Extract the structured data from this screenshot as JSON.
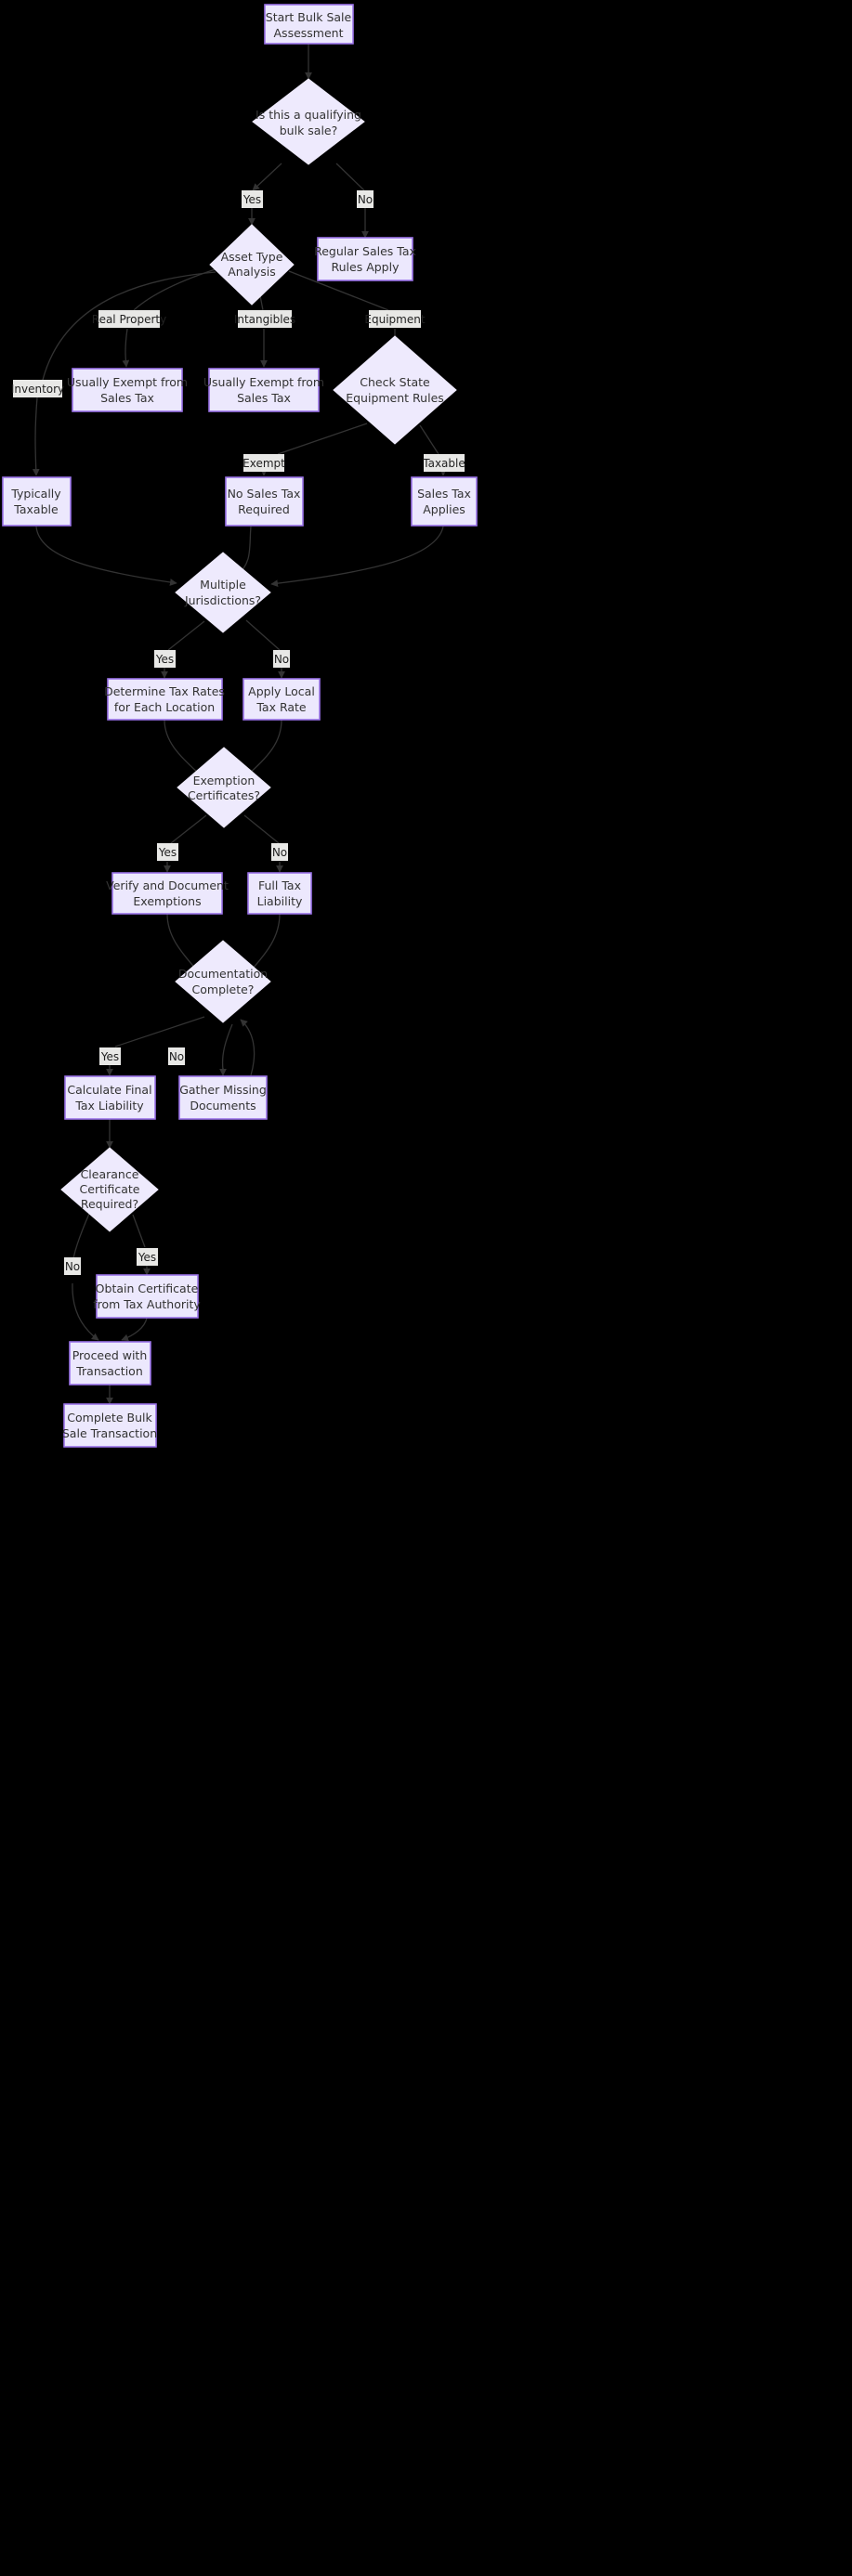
{
  "diagram": {
    "title": "Bulk Sale Sales Tax Assessment Flowchart",
    "type": "flowchart",
    "direction": "top-down",
    "background_color": "#000000",
    "node_fill": "#ece8fd",
    "node_border": "#9a72e8",
    "text_color": "#333333",
    "edge_color": "#333333",
    "edge_label_bg": "#e8e8e6"
  },
  "nodes": [
    {
      "id": "n1",
      "shape": "rect",
      "lines": [
        "Start Bulk Sale",
        "Assessment"
      ]
    },
    {
      "id": "n2",
      "shape": "diamond",
      "lines": [
        "Is this a qualifying",
        "bulk sale?"
      ]
    },
    {
      "id": "n3",
      "shape": "rect",
      "lines": [
        "Regular Sales Tax",
        "Rules Apply"
      ]
    },
    {
      "id": "n4",
      "shape": "diamond",
      "lines": [
        "Asset Type",
        "Analysis"
      ]
    },
    {
      "id": "n5",
      "shape": "rect",
      "lines": [
        "Usually Exempt from",
        "Sales Tax"
      ]
    },
    {
      "id": "n6",
      "shape": "rect",
      "lines": [
        "Usually Exempt from",
        "Sales Tax"
      ]
    },
    {
      "id": "n7",
      "shape": "diamond",
      "lines": [
        "Check State",
        "Equipment Rules"
      ]
    },
    {
      "id": "n8",
      "shape": "rect",
      "lines": [
        "Typically",
        "Taxable"
      ]
    },
    {
      "id": "n9",
      "shape": "rect",
      "lines": [
        "No Sales Tax",
        "Required"
      ]
    },
    {
      "id": "n10",
      "shape": "rect",
      "lines": [
        "Sales Tax",
        "Applies"
      ]
    },
    {
      "id": "n11",
      "shape": "diamond",
      "lines": [
        "Multiple",
        "Jurisdictions?"
      ]
    },
    {
      "id": "n12",
      "shape": "rect",
      "lines": [
        "Determine Tax Rates",
        "for Each Location"
      ]
    },
    {
      "id": "n13",
      "shape": "rect",
      "lines": [
        "Apply Local",
        "Tax Rate"
      ]
    },
    {
      "id": "n14",
      "shape": "diamond",
      "lines": [
        "Exemption",
        "Certificates?"
      ]
    },
    {
      "id": "n15",
      "shape": "rect",
      "lines": [
        "Verify and Document",
        "Exemptions"
      ]
    },
    {
      "id": "n16",
      "shape": "rect",
      "lines": [
        "Full Tax",
        "Liability"
      ]
    },
    {
      "id": "n17",
      "shape": "diamond",
      "lines": [
        "Documentation",
        "Complete?"
      ]
    },
    {
      "id": "n18",
      "shape": "rect",
      "lines": [
        "Calculate Final",
        "Tax Liability"
      ]
    },
    {
      "id": "n19",
      "shape": "rect",
      "lines": [
        "Gather Missing",
        "Documents"
      ]
    },
    {
      "id": "n20",
      "shape": "diamond",
      "lines": [
        "Clearance",
        "Certificate",
        "Required?"
      ]
    },
    {
      "id": "n21",
      "shape": "rect",
      "lines": [
        "Obtain Certificate",
        "from Tax Authority"
      ]
    },
    {
      "id": "n22",
      "shape": "rect",
      "lines": [
        "Proceed with",
        "Transaction"
      ]
    },
    {
      "id": "n23",
      "shape": "rect",
      "lines": [
        "Complete Bulk",
        "Sale Transaction"
      ]
    }
  ],
  "edge_labels": [
    {
      "id": "e1",
      "text": "Yes"
    },
    {
      "id": "e2",
      "text": "No"
    },
    {
      "id": "e3",
      "text": "Inventory"
    },
    {
      "id": "e4",
      "text": "Real Property"
    },
    {
      "id": "e5",
      "text": "Intangibles"
    },
    {
      "id": "e6",
      "text": "Equipment"
    },
    {
      "id": "e7",
      "text": "Exempt"
    },
    {
      "id": "e8",
      "text": "Taxable"
    },
    {
      "id": "e9",
      "text": "Yes"
    },
    {
      "id": "e10",
      "text": "No"
    },
    {
      "id": "e11",
      "text": "Yes"
    },
    {
      "id": "e12",
      "text": "No"
    },
    {
      "id": "e13",
      "text": "Yes"
    },
    {
      "id": "e14",
      "text": "No"
    },
    {
      "id": "e15",
      "text": "Yes"
    },
    {
      "id": "e16",
      "text": "No"
    }
  ]
}
